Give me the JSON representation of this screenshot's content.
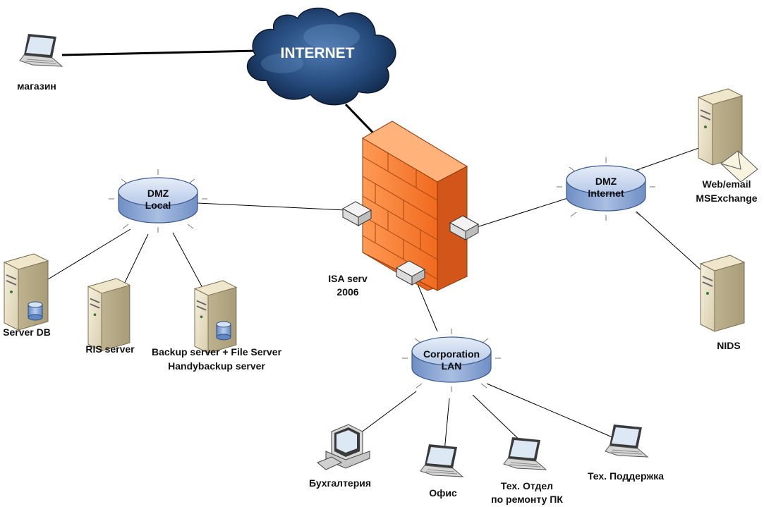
{
  "cloud": {
    "label": "INTERNET"
  },
  "firewall": {
    "label_line1": "ISA serv",
    "label_line2": "2006"
  },
  "hubs": {
    "dmz_local": {
      "line1": "DMZ",
      "line2": "Local"
    },
    "dmz_internet": {
      "line1": "DMZ",
      "line2": "Internet"
    },
    "corp_lan": {
      "line1": "Corporation",
      "line2": "LAN"
    }
  },
  "devices": {
    "shop": {
      "label": "магазин",
      "icon": "laptop-icon"
    },
    "server_db": {
      "label": "Server DB",
      "icon": "database-server-icon"
    },
    "ris_server": {
      "label": "RIS server",
      "icon": "server-icon"
    },
    "backup_server": {
      "line1": "Backup server + File Server",
      "line2": "Handybackup server",
      "icon": "database-server-icon"
    },
    "web_email": {
      "line1": "Web/email",
      "line2": "MSExchange",
      "icon": "mail-server-icon"
    },
    "nids": {
      "label": "NIDS",
      "icon": "server-icon"
    },
    "accounting": {
      "label": "Бухгалтерия",
      "icon": "desktop-pc-icon"
    },
    "office": {
      "label": "Офис",
      "icon": "laptop-icon"
    },
    "tech_dept": {
      "line1": "Тех. Отдел",
      "line2": "по ремонту ПК",
      "icon": "laptop-icon"
    },
    "tech_support": {
      "label": "Тех. Поддержка",
      "icon": "laptop-icon"
    }
  },
  "colors": {
    "hub_top": "#c9d7ee",
    "hub_side": "#7f9fd0",
    "firewall": "#f07a30",
    "cloud": "#1c3d6b",
    "link": "#000000"
  }
}
